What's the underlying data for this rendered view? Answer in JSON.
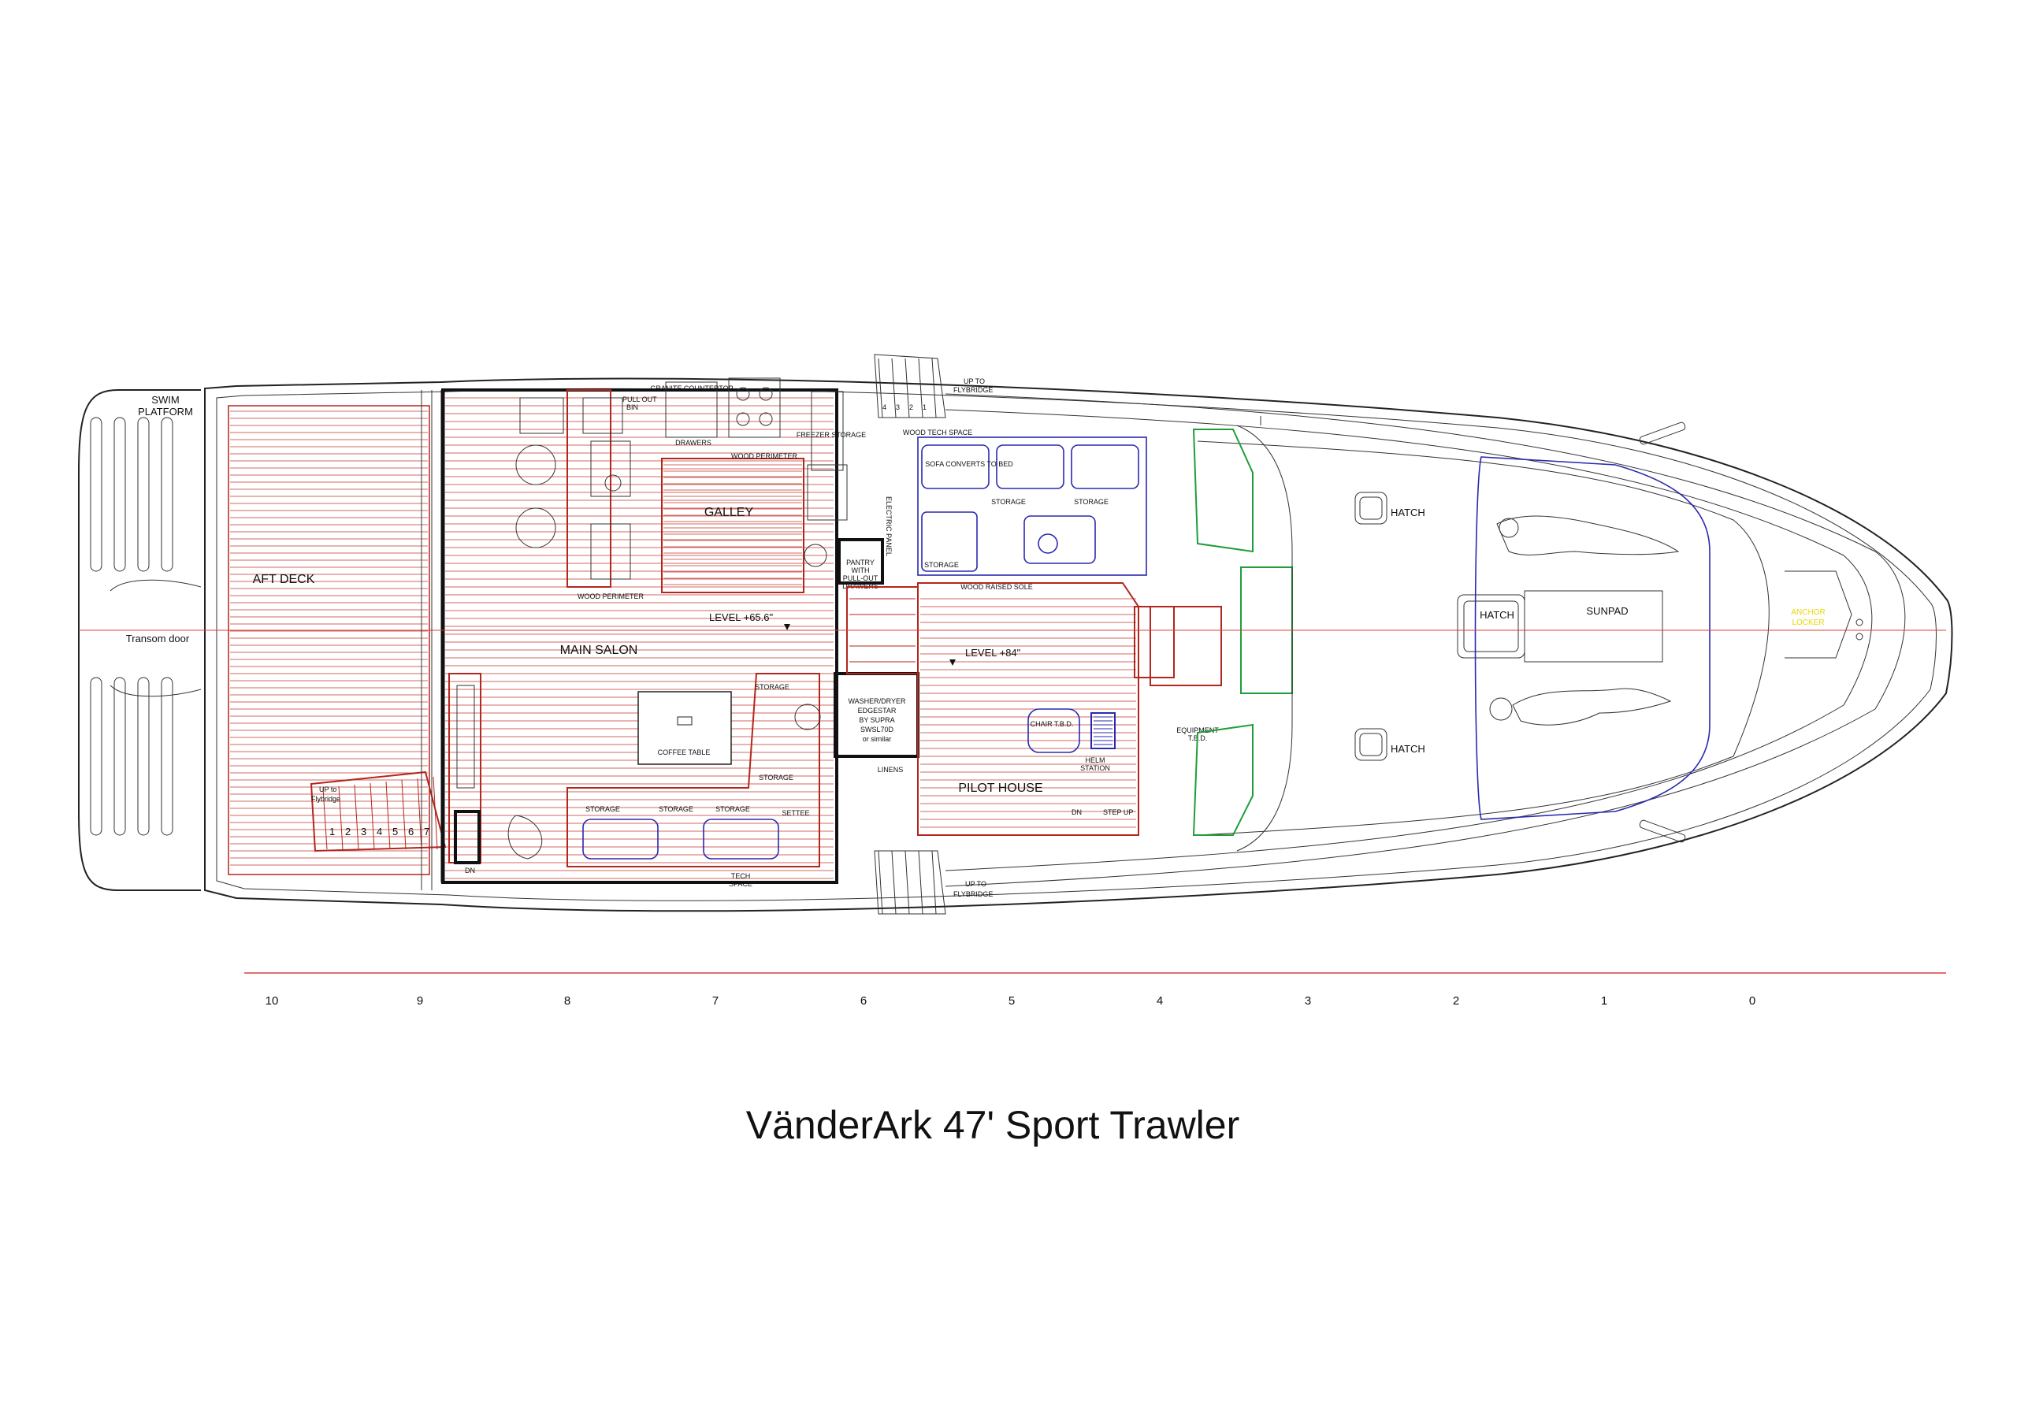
{
  "title": "VänderArk 47' Sport Trawler",
  "colors": {
    "hull": "#222222",
    "interior": "#b3261e",
    "furniture": "#2a2ab0",
    "windows": "#1e9e3a",
    "centerline": "#d94040",
    "anchor_label": "#e8d800"
  },
  "labels": {
    "swim_platform_1": "SWIM",
    "swim_platform_2": "PLATFORM",
    "aft_deck": "AFT DECK",
    "transom_door": "Transom door",
    "main_salon": "MAIN SALON",
    "galley": "GALLEY",
    "pilot_house": "PILOT HOUSE",
    "level_salon": "LEVEL +65.6\"",
    "level_pilot": "LEVEL +84\"",
    "coffee_table": "COFFEE TABLE",
    "washer_1": "WASHER/DRYER",
    "washer_2": "EDGESTAR",
    "washer_3": "BY SUPRA",
    "washer_4": "SWSL70D",
    "washer_5": "or similar",
    "up_flybridge_1": "UP TO",
    "up_flybridge_2": "FLYBRIDGE",
    "up_to_flybridge_aft_1": "UP to",
    "up_to_flybridge_aft_2": "Flybridge",
    "hatch": "HATCH",
    "sunpad": "SUNPAD",
    "anchor_1": "ANCHOR",
    "anchor_2": "LOCKER",
    "storage": "STORAGE",
    "settee": "SETTEE",
    "sofa": "SOFA CONVERTS TO BED",
    "wood_tech_space": "WOOD TECH SPACE",
    "wood_perimeter": "WOOD PERIMETER",
    "wood_raised_sole": "WOOD RAISED SOLE",
    "granite": "GRANITE COUNTERTOP",
    "drawers": "DRAWERS",
    "freezer_storage": "FREEZER STORAGE",
    "pantry_1": "PANTRY",
    "pantry_2": "WITH",
    "pantry_3": "PULL-OUT",
    "pantry_4": "DRAWERS",
    "pull_out_bin_1": "PULL OUT",
    "pull_out_bin_2": "BIN",
    "chair": "CHAIR T.B.D.",
    "helm_1": "HELM",
    "helm_2": "STATION",
    "equipment_1": "EQUIPMENT",
    "equipment_2": "T.B.D.",
    "step_up": "STEP UP",
    "dn": "DN",
    "tech_space_1": "TECH",
    "tech_space_2": "SPACE",
    "linens": "LINENS",
    "electric_panel": "ELECTRIC PANEL"
  },
  "stair_steps": [
    "1",
    "2",
    "3",
    "4",
    "5",
    "6",
    "7"
  ],
  "fwd_stair_steps": [
    "4",
    "3",
    "2",
    "1"
  ],
  "scale_ticks": [
    "10",
    "9",
    "8",
    "7",
    "6",
    "5",
    "4",
    "3",
    "2",
    "1",
    "0"
  ]
}
